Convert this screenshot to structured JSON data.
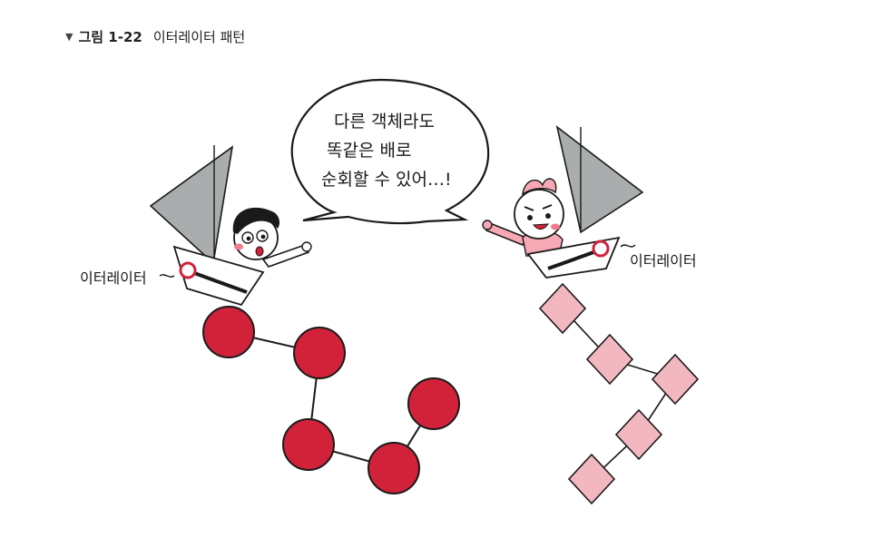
{
  "figure": {
    "label": "그림 1-22",
    "title": "이터레이터 패턴"
  },
  "speech_bubble": {
    "lines": [
      "다른 객체라도",
      "똑같은 배로",
      "순회할 수 있어…!"
    ]
  },
  "left_character": {
    "label": "이터레이터"
  },
  "right_character": {
    "label": "이터레이터"
  },
  "colors": {
    "circle_fill": "#d1223a",
    "diamond_fill": "#f3b7c0",
    "sail_fill": "#a9adad",
    "cheek": "#f07b8a",
    "pink_body": "#f6a8b4",
    "ink": "#1a1a1a"
  }
}
